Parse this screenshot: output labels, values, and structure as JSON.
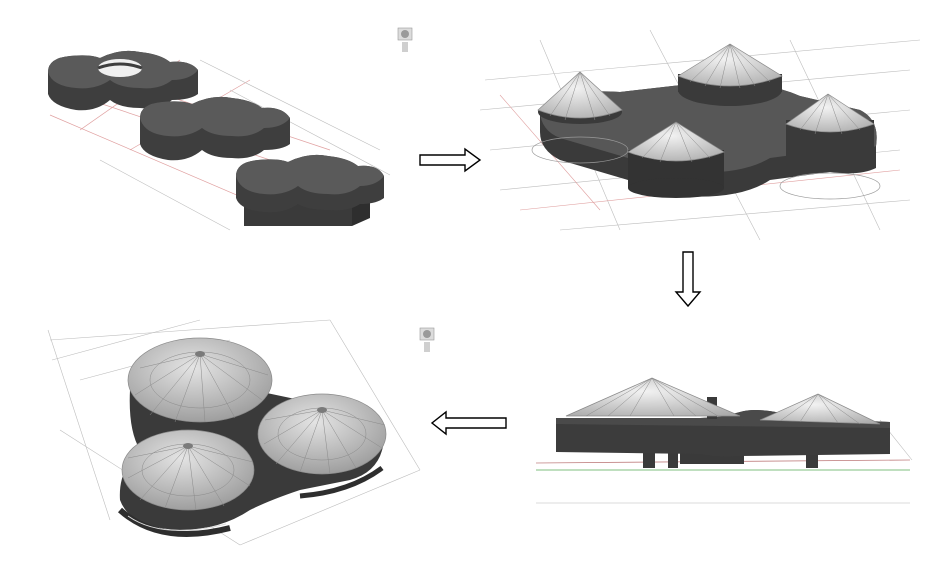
{
  "figure": {
    "panels": [
      {
        "id": "massing-study",
        "view": "axonometric",
        "element_count": 3
      },
      {
        "id": "four-cone-roof-model",
        "view": "axonometric",
        "cone_count": 4
      },
      {
        "id": "side-elevation-render",
        "view": "perspective",
        "cone_count": 2
      },
      {
        "id": "three-dome-model",
        "view": "axonometric",
        "dome_count": 3
      }
    ],
    "flow": [
      {
        "from": "massing-study",
        "to": "four-cone-roof-model",
        "direction": "right"
      },
      {
        "from": "four-cone-roof-model",
        "to": "side-elevation-render",
        "direction": "down"
      },
      {
        "from": "side-elevation-render",
        "to": "three-dome-model",
        "direction": "left"
      }
    ],
    "colors": {
      "solid_dark": "#3e3e3e",
      "solid_top": "#5a5a5a",
      "glass": "#c8c8c8",
      "glass_line": "#8a8a8a",
      "grid_red": "#e0a0a0",
      "grid_grey": "#bdbdbd",
      "grid_green": "#7fbf7f",
      "arrow_stroke": "#000000"
    },
    "icons": [
      "view-cube-icon"
    ]
  }
}
